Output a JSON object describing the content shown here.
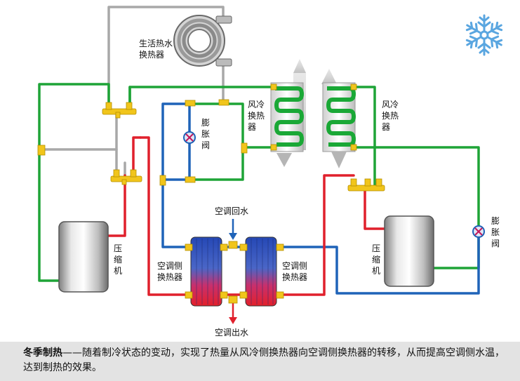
{
  "labels": {
    "dhw_hx": [
      "生活热水",
      "换热器"
    ],
    "air_hx_left": [
      "风冷",
      "换热",
      "器"
    ],
    "air_hx_right": [
      "风冷",
      "换热",
      "器"
    ],
    "valve_left": [
      "膨",
      "胀",
      "阀"
    ],
    "valve_right": [
      "膨",
      "胀",
      "阀"
    ],
    "compressor_left": [
      "压",
      "缩",
      "机"
    ],
    "compressor_right": [
      "压",
      "缩",
      "机"
    ],
    "ac_hx_left": [
      "空调侧",
      "换热器"
    ],
    "ac_hx_right": [
      "空调侧",
      "换热器"
    ],
    "return_water": "空调回水",
    "supply_water": "空调出水"
  },
  "caption": {
    "title": "冬季制热",
    "text": "——随着制冷状态的变动，实现了热量从风冷侧换热器向空调侧换热器的转移，从而提高空调侧水温，达到制热的效果。"
  },
  "colors": {
    "green": "#1ea437",
    "blue": "#1f63b8",
    "red": "#e0202c",
    "gray": "#a8a8a8",
    "fitting": "#f1c51b",
    "snowflake": "#5aa6e0"
  },
  "icons": [
    "snowflake-icon",
    "expansion-valve-icon"
  ]
}
